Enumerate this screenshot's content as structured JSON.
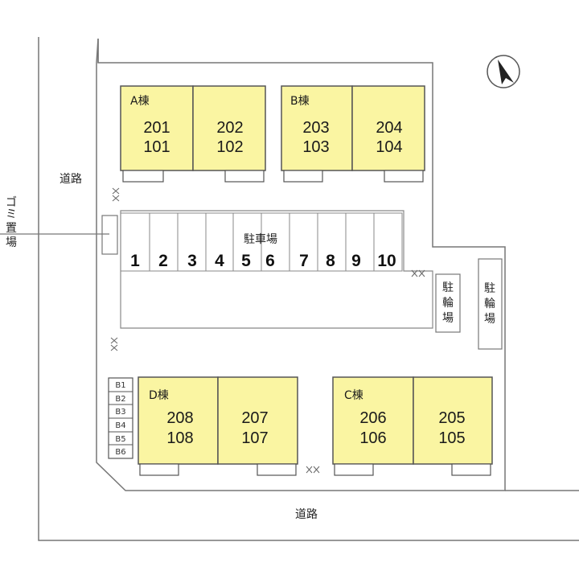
{
  "roads": {
    "left": "道路",
    "bottom": "道路"
  },
  "garbage": [
    "ゴ",
    "ミ",
    "置",
    "場"
  ],
  "parking": {
    "label": "駐車場",
    "slots": [
      "1",
      "2",
      "3",
      "4",
      "5",
      "6",
      "7",
      "8",
      "9",
      "10"
    ]
  },
  "bicycle": {
    "inner": [
      "駐",
      "輪",
      "場"
    ],
    "outer": [
      "駐",
      "輪",
      "場"
    ],
    "bikes": [
      "B1",
      "B2",
      "B3",
      "B4",
      "B5",
      "B6"
    ]
  },
  "buildings": {
    "A": {
      "label": "A棟",
      "units": [
        {
          "upper": "201",
          "lower": "101"
        },
        {
          "upper": "202",
          "lower": "102"
        }
      ]
    },
    "B": {
      "label": "B棟",
      "units": [
        {
          "upper": "203",
          "lower": "103"
        },
        {
          "upper": "204",
          "lower": "104"
        }
      ]
    },
    "D": {
      "label": "D棟",
      "units": [
        {
          "upper": "208",
          "lower": "108"
        },
        {
          "upper": "207",
          "lower": "107"
        }
      ]
    },
    "C": {
      "label": "C棟",
      "units": [
        {
          "upper": "206",
          "lower": "106"
        },
        {
          "upper": "205",
          "lower": "105"
        }
      ]
    }
  },
  "colors": {
    "building": "#faf5a2",
    "outline": "#555555"
  }
}
